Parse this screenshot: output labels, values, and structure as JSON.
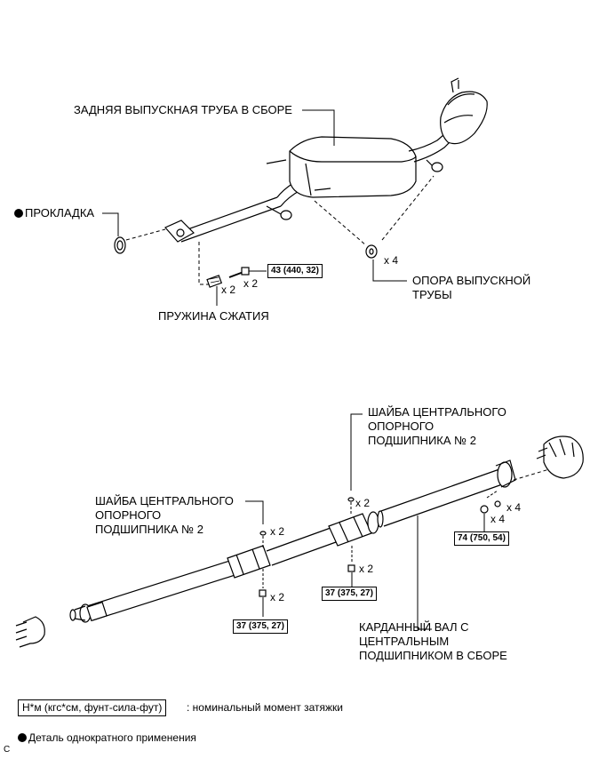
{
  "labels": {
    "rear_pipe": "ЗАДНЯЯ ВЫПУСКНАЯ ТРУБА В СБОРЕ",
    "gasket": "ПРОКЛАДКА",
    "spring": "ПРУЖИНА СЖАТИЯ",
    "support": [
      "ОПОРА ВЫПУСКНОЙ",
      "ТРУБЫ"
    ],
    "washer_top": [
      "ШАЙБА ЦЕНТРАЛЬНОГО",
      "ОПОРНОГО",
      "ПОДШИПНИКА № 2"
    ],
    "washer_left": [
      "ШАЙБА ЦЕНТРАЛЬНОГО",
      "ОПОРНОГО",
      "ПОДШИПНИКА № 2"
    ],
    "propshaft": [
      "КАРДАННЫЙ ВАЛ С",
      "ЦЕНТРАЛЬНЫМ",
      "ПОДШИПНИКОМ В СБОРЕ"
    ]
  },
  "quantities": {
    "support_x4": "x 4",
    "spring_x2": "x 2",
    "bolt_x2": "x 2",
    "washer_top_x2": "x 2",
    "washer_left_x2": "x 2",
    "nut_left_x2": "x 2",
    "nut_center_x2": "x 2",
    "flange_x4a": "x 4",
    "flange_x4b": "x 4"
  },
  "torques": {
    "exhaust_bolt": "43 (440, 32)",
    "left_nut": "37 (375, 27)",
    "center_nut": "37 (375, 27)",
    "flange_bolt": "74 (750, 54)"
  },
  "legend": {
    "units_box": "Н*м (кгс*см, фунт-сила-фут)",
    "units_text": ": номинальный момент затяжки",
    "one_time": "Деталь однократного применения"
  },
  "corner_mark": "C"
}
